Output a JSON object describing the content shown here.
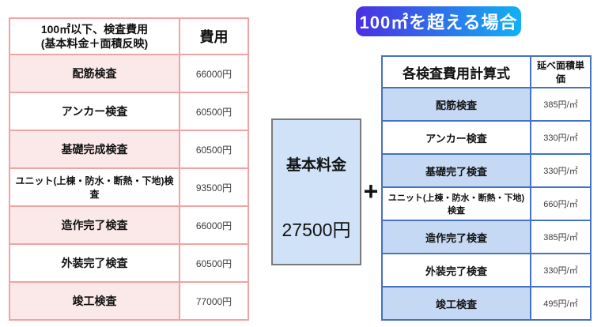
{
  "badge": {
    "label": "100㎡を超える場合",
    "gradient_start": "#4b2fe3",
    "gradient_end": "#12b1f2",
    "text_color": "#ffffff"
  },
  "left_table": {
    "border_color": "#f2a2a2",
    "shade_color": "#fbe9e9",
    "header": {
      "title_line1": "100㎡以下、検査費用",
      "title_line2": "(基本料金＋面積反映)",
      "value_header": "費用"
    },
    "rows": [
      {
        "label": "配筋検査",
        "value": "66000円"
      },
      {
        "label": "アンカー検査",
        "value": "60500円"
      },
      {
        "label": "基礎完成検査",
        "value": "60500円"
      },
      {
        "label": "ユニット(上棟・防水・断熱・下地)検査",
        "value": "93500円"
      },
      {
        "label": "造作完了検査",
        "value": "66000円"
      },
      {
        "label": "外装完了検査",
        "value": "60500円"
      },
      {
        "label": "竣工検査",
        "value": "77000円"
      }
    ]
  },
  "base_fee": {
    "title": "基本料金",
    "amount": "27500円",
    "fill_color": "#cfe2f8"
  },
  "plus_sign": "+",
  "right_table": {
    "border_color": "#4472c4",
    "shade_color": "#c6d9f4",
    "header": {
      "title": "各検査費用計算式",
      "value_header": "延べ面積単価"
    },
    "rows": [
      {
        "label": "配筋検査",
        "value": "385円/㎡"
      },
      {
        "label": "アンカー検査",
        "value": "330円/㎡"
      },
      {
        "label": "基礎完了検査",
        "value": "330円/㎡"
      },
      {
        "label": "ユニット(上棟・防水・断熱・下地)検査",
        "value": "660円/㎡"
      },
      {
        "label": "造作完了検査",
        "value": "385円/㎡"
      },
      {
        "label": "外装完了検査",
        "value": "330円/㎡"
      },
      {
        "label": "竣工検査",
        "value": "495円/㎡"
      }
    ]
  }
}
